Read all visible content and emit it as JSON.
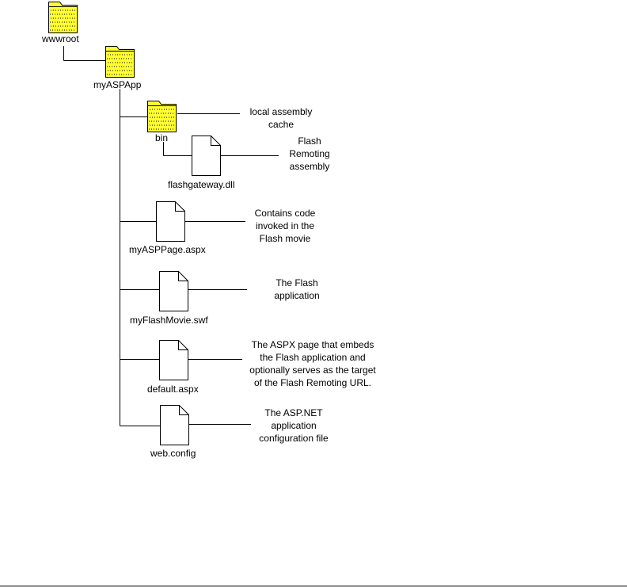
{
  "colors": {
    "folder_fill": "#ffff33",
    "folder_stroke": "#000000",
    "file_fill": "#ffffff",
    "line": "#000000"
  },
  "nodes": {
    "wwwroot": "wwwroot",
    "myASPApp": "myASPApp",
    "bin": "bin",
    "flashgateway": "flashgateway.dll",
    "myASPPage": "myASPPage.aspx",
    "myFlashMovie": "myFlashMovie.swf",
    "default": "default.aspx",
    "webconfig": "web.config"
  },
  "descriptions": {
    "bin": [
      "local assembly",
      "cache"
    ],
    "flashgateway": [
      "Flash",
      "Remoting",
      "assembly"
    ],
    "myASPPage": [
      "Contains code",
      "invoked in the",
      "Flash movie"
    ],
    "myFlashMovie": [
      "The Flash",
      "application"
    ],
    "default": [
      "The ASPX page that embeds",
      "the Flash application and",
      "optionally serves as the target",
      "of the Flash Remoting URL."
    ],
    "webconfig": [
      "The ASP.NET",
      "application",
      "configuration file"
    ]
  }
}
